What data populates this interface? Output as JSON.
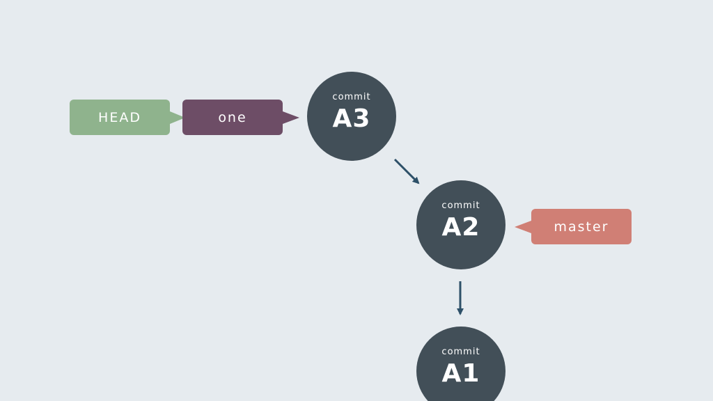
{
  "colors": {
    "background": "#e6ebef",
    "commit_fill": "#424f58",
    "arrow": "#2d5068",
    "head_tag": "#8fb38d",
    "branch_one_tag": "#6d4d66",
    "branch_master_tag": "#d07f75"
  },
  "commits": [
    {
      "kind": "commit",
      "id": "A3"
    },
    {
      "kind": "commit",
      "id": "A2"
    },
    {
      "kind": "commit",
      "id": "A1"
    }
  ],
  "refs": {
    "head": "HEAD",
    "branch_one": "one",
    "branch_master": "master"
  }
}
